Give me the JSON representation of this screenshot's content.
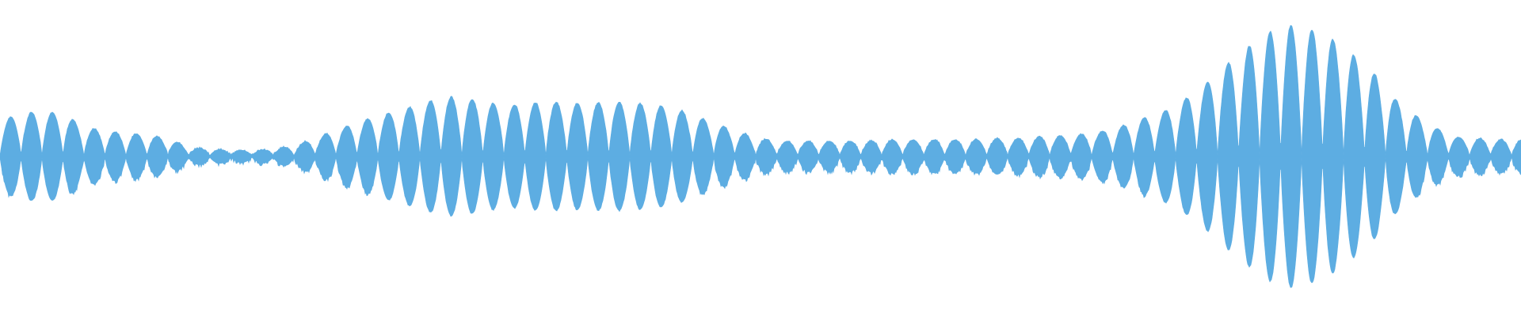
{
  "waveform": {
    "color": "#5dade2",
    "background": "#ffffff",
    "envelope": [
      0.27,
      0.32,
      0.34,
      0.32,
      0.22,
      0.19,
      0.17,
      0.16,
      0.13,
      0.06,
      0.05,
      0.04,
      0.04,
      0.05,
      0.08,
      0.14,
      0.2,
      0.26,
      0.31,
      0.35,
      0.4,
      0.45,
      0.44,
      0.41,
      0.38,
      0.4,
      0.41,
      0.4,
      0.4,
      0.41,
      0.4,
      0.39,
      0.36,
      0.3,
      0.24,
      0.18,
      0.13,
      0.11,
      0.11,
      0.11,
      0.11,
      0.11,
      0.12,
      0.12,
      0.12,
      0.12,
      0.12,
      0.13,
      0.13,
      0.14,
      0.15,
      0.16,
      0.18,
      0.22,
      0.28,
      0.33,
      0.42,
      0.54,
      0.69,
      0.82,
      0.94,
      1.0,
      0.97,
      0.9,
      0.78,
      0.64,
      0.44,
      0.31,
      0.21,
      0.14,
      0.13,
      0.12,
      0.12
    ]
  }
}
